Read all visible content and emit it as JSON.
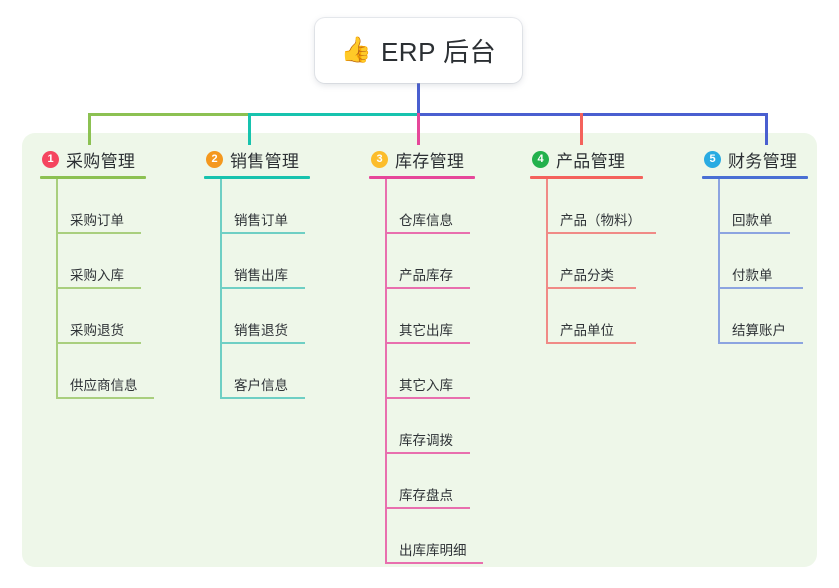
{
  "root": {
    "emoji": "👍",
    "emoji_name": "thumbs-up-icon",
    "title": "ERP 后台"
  },
  "palette": {
    "panel_bg": "#eef7e9",
    "page_bg": "#ffffff",
    "text": "#2f3337",
    "stem": "#4a5fd0"
  },
  "columns": [
    {
      "index": "1",
      "title": "采购管理",
      "badge_color": "#f5455f",
      "line_color": "#8cc152",
      "leaf_color": "#a9cf7e",
      "items": [
        "采购订单",
        "采购入库",
        "采购退货",
        "供应商信息"
      ]
    },
    {
      "index": "2",
      "title": "销售管理",
      "badge_color": "#f4981e",
      "line_color": "#17c3ae",
      "leaf_color": "#6ecfc4",
      "items": [
        "销售订单",
        "销售出库",
        "销售退货",
        "客户信息"
      ]
    },
    {
      "index": "3",
      "title": "库存管理",
      "badge_color": "#fcbd2b",
      "line_color": "#e6479a",
      "leaf_color": "#e86fae",
      "items": [
        "仓库信息",
        "产品库存",
        "其它出库",
        "其它入库",
        "库存调拨",
        "库存盘点",
        "出库库明细"
      ]
    },
    {
      "index": "4",
      "title": "产品管理",
      "badge_color": "#22b14c",
      "line_color": "#f4625c",
      "leaf_color": "#f08a86",
      "items": [
        "产品（物料）",
        "产品分类",
        "产品单位"
      ]
    },
    {
      "index": "5",
      "title": "财务管理",
      "badge_color": "#29abe2",
      "line_color": "#4a6fd4",
      "leaf_color": "#8ca4e0",
      "items": [
        "回款单",
        "付款单",
        "结算账户"
      ]
    }
  ],
  "connectors": {
    "stem_color": "#4a5fd0",
    "bus_green": "#8cc152",
    "bus_teal": "#17c3ae",
    "bus_blue": "#4a5fd0",
    "drop_pink": "#e6479a",
    "drop_red": "#f4625c"
  }
}
